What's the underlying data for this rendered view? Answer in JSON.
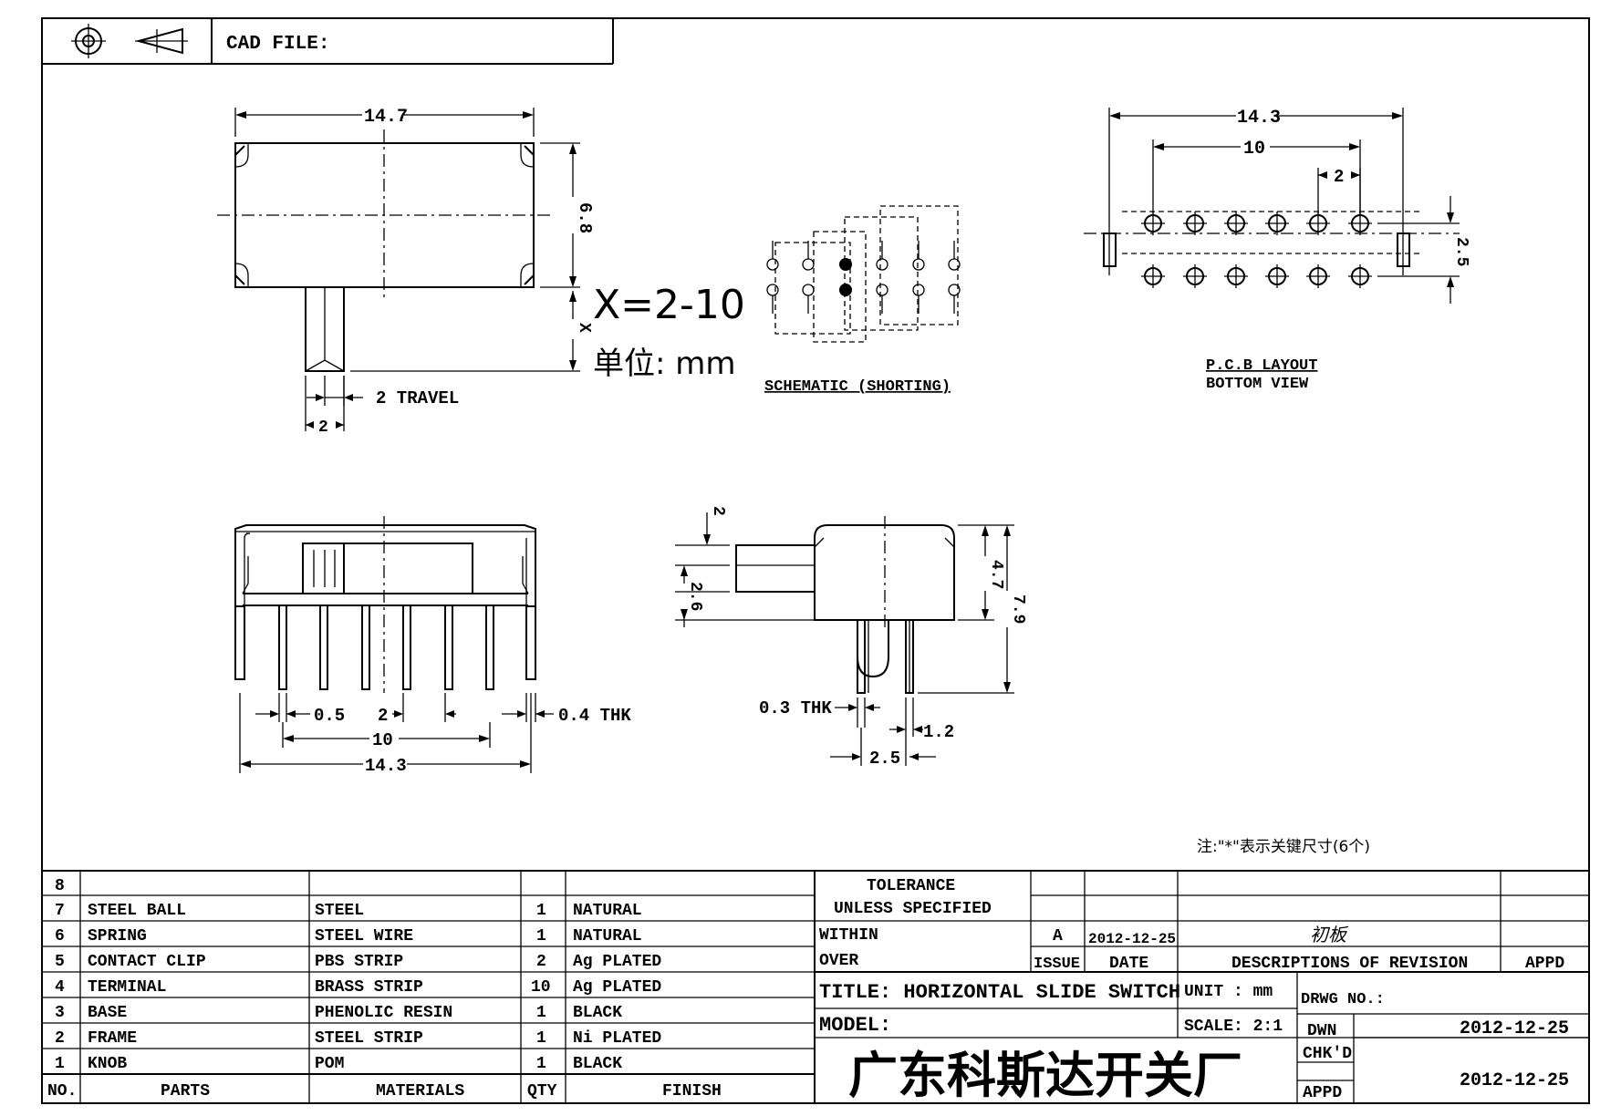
{
  "header": {
    "cad_file_label": "CAD FILE:",
    "projection_icon": "third-angle-projection-icon"
  },
  "top_view": {
    "width_dim": "14.7",
    "height_dim": "6.8",
    "stroke_dim": "X",
    "travel_dim": "2",
    "travel_label": "2 TRAVEL",
    "knob_width_dim": "2"
  },
  "notes": {
    "x_range": "X=2-10",
    "unit_label": "单位: mm",
    "key_dim_note": "注:\"*\"表示关键尺寸(6个)"
  },
  "schematic": {
    "title": "SCHEMATIC (SHORTING)"
  },
  "pcb_layout": {
    "title": "P.C.B LAYOUT",
    "subtitle": "BOTTOM VIEW",
    "overall_dim": "14.3",
    "span_dim": "10",
    "pitch_dim": "2",
    "row_dim": "2.5"
  },
  "front_view": {
    "pin_width_dim": "0.5",
    "pitch_dim": "2",
    "span_dim": "10",
    "overall_dim": "14.3",
    "thickness_label": "0.4 THK"
  },
  "side_view": {
    "knob_top_dim": "2",
    "knob_height_dim": "2.6",
    "body_height_dim": "4.7",
    "overall_height_dim": "7.9",
    "thickness_label": "0.3 THK",
    "pin_dim": "1.2",
    "row_dim": "2.5"
  },
  "parts_table": {
    "header": {
      "no": "NO.",
      "part": "PARTS",
      "material": "MATERIALS",
      "qty": "QTY",
      "finish": "FINISH"
    },
    "rows": [
      {
        "no": "8",
        "part": "",
        "material": "",
        "qty": "",
        "finish": ""
      },
      {
        "no": "7",
        "part": "STEEL BALL",
        "material": "STEEL",
        "qty": "1",
        "finish": "NATURAL"
      },
      {
        "no": "6",
        "part": "SPRING",
        "material": "STEEL WIRE",
        "qty": "1",
        "finish": "NATURAL"
      },
      {
        "no": "5",
        "part": "CONTACT CLIP",
        "material": "PBS STRIP",
        "qty": "2",
        "finish": "Ag PLATED"
      },
      {
        "no": "4",
        "part": "TERMINAL",
        "material": "BRASS STRIP",
        "qty": "10",
        "finish": "Ag PLATED"
      },
      {
        "no": "3",
        "part": "BASE",
        "material": "PHENOLIC RESIN",
        "qty": "1",
        "finish": "BLACK"
      },
      {
        "no": "2",
        "part": "FRAME",
        "material": "STEEL STRIP",
        "qty": "1",
        "finish": "Ni PLATED"
      },
      {
        "no": "1",
        "part": "KNOB",
        "material": "POM",
        "qty": "1",
        "finish": "BLACK"
      }
    ]
  },
  "title_block": {
    "tolerance_line1": "TOLERANCE",
    "tolerance_line2": "UNLESS SPECIFIED",
    "within": "WITHIN",
    "over": "OVER",
    "issue_value": "A",
    "issue_date": "2012-12-25",
    "revision_desc": "初板",
    "issue_label": "ISSUE",
    "date_label": "DATE",
    "descriptions_label": "DESCRIPTIONS OF REVISION",
    "appd_label": "APPD",
    "title": "TITLE: HORIZONTAL SLIDE SWITCH",
    "unit": "UNIT : mm",
    "drawing_no": "DRWG NO.:",
    "model": "MODEL:",
    "scale": "SCALE: 2:1",
    "dwn_label": "DWN",
    "dwn_date": "2012-12-25",
    "chkd_label": "CHK'D",
    "appd_label2": "APPD",
    "chkd_date": "2012-12-25",
    "company": "广东科斯达开关厂"
  }
}
